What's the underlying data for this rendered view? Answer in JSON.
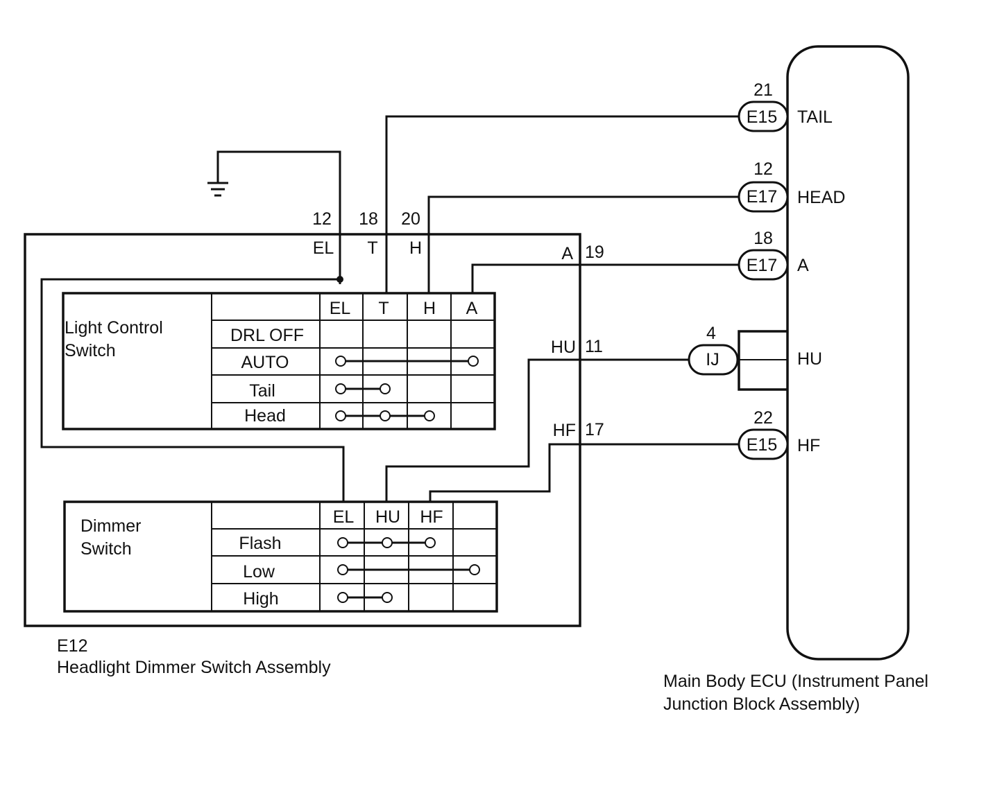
{
  "assembly": {
    "id": "E12",
    "name": "Headlight Dimmer Switch Assembly",
    "top_pins": [
      {
        "num": "12",
        "label": "EL"
      },
      {
        "num": "18",
        "label": "T"
      },
      {
        "num": "20",
        "label": "H"
      }
    ],
    "side_pins": [
      {
        "label": "A",
        "num": "19"
      },
      {
        "label": "HU",
        "num": "11"
      },
      {
        "label": "HF",
        "num": "17"
      }
    ]
  },
  "light_control": {
    "title_line1": "Light Control",
    "title_line2": "Switch",
    "columns": [
      "EL",
      "T",
      "H",
      "A"
    ],
    "rows": [
      "DRL OFF",
      "AUTO",
      "Tail",
      "Head"
    ]
  },
  "dimmer": {
    "title_line1": "Dimmer",
    "title_line2": "Switch",
    "columns": [
      "EL",
      "HU",
      "HF",
      ""
    ],
    "rows": [
      "Flash",
      "Low",
      "High"
    ]
  },
  "ecu": {
    "name_line1": "Main Body ECU (Instrument Panel",
    "name_line2": "Junction Block Assembly)",
    "terminals": [
      {
        "pin": "21",
        "connector": "E15",
        "label": "TAIL"
      },
      {
        "pin": "12",
        "connector": "E17",
        "label": "HEAD"
      },
      {
        "pin": "18",
        "connector": "E17",
        "label": "A"
      },
      {
        "pin": "4",
        "connector": "IJ",
        "label": "HU"
      },
      {
        "pin": "22",
        "connector": "E15",
        "label": "HF"
      }
    ]
  }
}
